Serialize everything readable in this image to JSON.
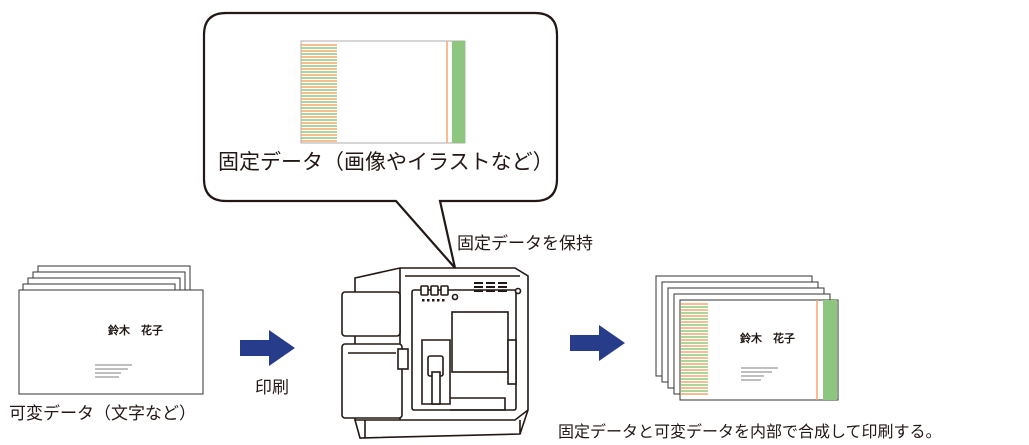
{
  "bubble": {
    "caption": "固定データ（画像やイラストなど）"
  },
  "printer": {
    "caption": "固定データを保持"
  },
  "input": {
    "caption": "可変データ（文字など）",
    "card_name": "鈴木　花子"
  },
  "arrow1": {
    "caption": "印刷"
  },
  "output": {
    "caption": "固定データと可変データを内部で合成して印刷する。",
    "card_name": "鈴木　花子"
  },
  "colors": {
    "green": "#8dc77f",
    "orange": "#f4a76b",
    "arrow": "#283c8c",
    "outline": "#231815"
  }
}
